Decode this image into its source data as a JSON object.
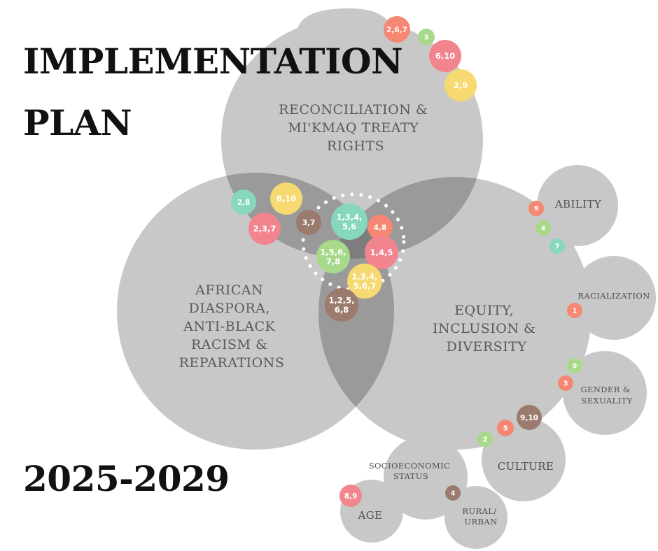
{
  "title": {
    "line1": "IMPLEMENTATION",
    "line2": "PLAN",
    "years": "2025-2029"
  },
  "colors": {
    "circle": "#c8c8c8",
    "overlap": "#9a9a9a",
    "center": "#7a7a7a",
    "teal": "#87d6be",
    "salmon": "#f58773",
    "pink": "#f2848e",
    "yellow": "#f6d970",
    "brown": "#9a7b6e",
    "green": "#a8d98b"
  },
  "circles": {
    "reconciliation": [
      "RECONCILIATION &",
      "MI'KMAQ TREATY",
      "RIGHTS"
    ],
    "african": [
      "AFRICAN",
      "DIASPORA,",
      "ANTI-BLACK",
      "RACISM &",
      "REPARATIONS"
    ],
    "equity": [
      "EQUITY,",
      "INCLUSION &",
      "DIVERSITY"
    ]
  },
  "satellites": {
    "ability": "ABILITY",
    "racialization": "RACIALIZATION",
    "gender": [
      "GENDER &",
      "SEXUALITY"
    ],
    "culture": "CULTURE",
    "socioeconomic": [
      "SOCIOECONOMIC",
      "STATUS"
    ],
    "age": "AGE",
    "rural": [
      "RURAL/",
      "URBAN"
    ]
  },
  "badges": [
    {
      "id": "b1",
      "color": "salmon",
      "lines": [
        "2,6,7"
      ]
    },
    {
      "id": "b2",
      "color": "green",
      "lines": [
        "3"
      ]
    },
    {
      "id": "b3",
      "color": "pink",
      "lines": [
        "6,10"
      ]
    },
    {
      "id": "b4",
      "color": "yellow",
      "lines": [
        "2,9"
      ]
    },
    {
      "id": "b5",
      "color": "teal",
      "lines": [
        "2,8"
      ]
    },
    {
      "id": "b6",
      "color": "yellow",
      "lines": [
        "8,10"
      ]
    },
    {
      "id": "b7",
      "color": "pink",
      "lines": [
        "2,3,7"
      ]
    },
    {
      "id": "b8",
      "color": "brown",
      "lines": [
        "3,7"
      ]
    },
    {
      "id": "b9",
      "color": "teal",
      "lines": [
        "1,3,4,",
        "5,6"
      ]
    },
    {
      "id": "b10",
      "color": "salmon",
      "lines": [
        "4,8"
      ]
    },
    {
      "id": "b11",
      "color": "green",
      "lines": [
        "1,5,6,",
        "7,8"
      ]
    },
    {
      "id": "b12",
      "color": "pink",
      "lines": [
        "1,4,5"
      ]
    },
    {
      "id": "b13",
      "color": "yellow",
      "lines": [
        "1,3,4,",
        "5,6,7"
      ]
    },
    {
      "id": "b14",
      "color": "brown",
      "lines": [
        "1,2,5,",
        "6,8"
      ]
    },
    {
      "id": "b15",
      "color": "salmon",
      "lines": [
        "9"
      ]
    },
    {
      "id": "b16",
      "color": "green",
      "lines": [
        "4"
      ]
    },
    {
      "id": "b17",
      "color": "teal",
      "lines": [
        "7"
      ]
    },
    {
      "id": "b18",
      "color": "salmon",
      "lines": [
        "1"
      ]
    },
    {
      "id": "b19",
      "color": "green",
      "lines": [
        "9"
      ]
    },
    {
      "id": "b20",
      "color": "salmon",
      "lines": [
        "3"
      ]
    },
    {
      "id": "b21",
      "color": "brown",
      "lines": [
        "9,10"
      ]
    },
    {
      "id": "b22",
      "color": "salmon",
      "lines": [
        "5"
      ]
    },
    {
      "id": "b23",
      "color": "green",
      "lines": [
        "2"
      ]
    },
    {
      "id": "b24",
      "color": "brown",
      "lines": [
        "4"
      ]
    },
    {
      "id": "b25",
      "color": "pink",
      "lines": [
        "8,9"
      ]
    }
  ]
}
